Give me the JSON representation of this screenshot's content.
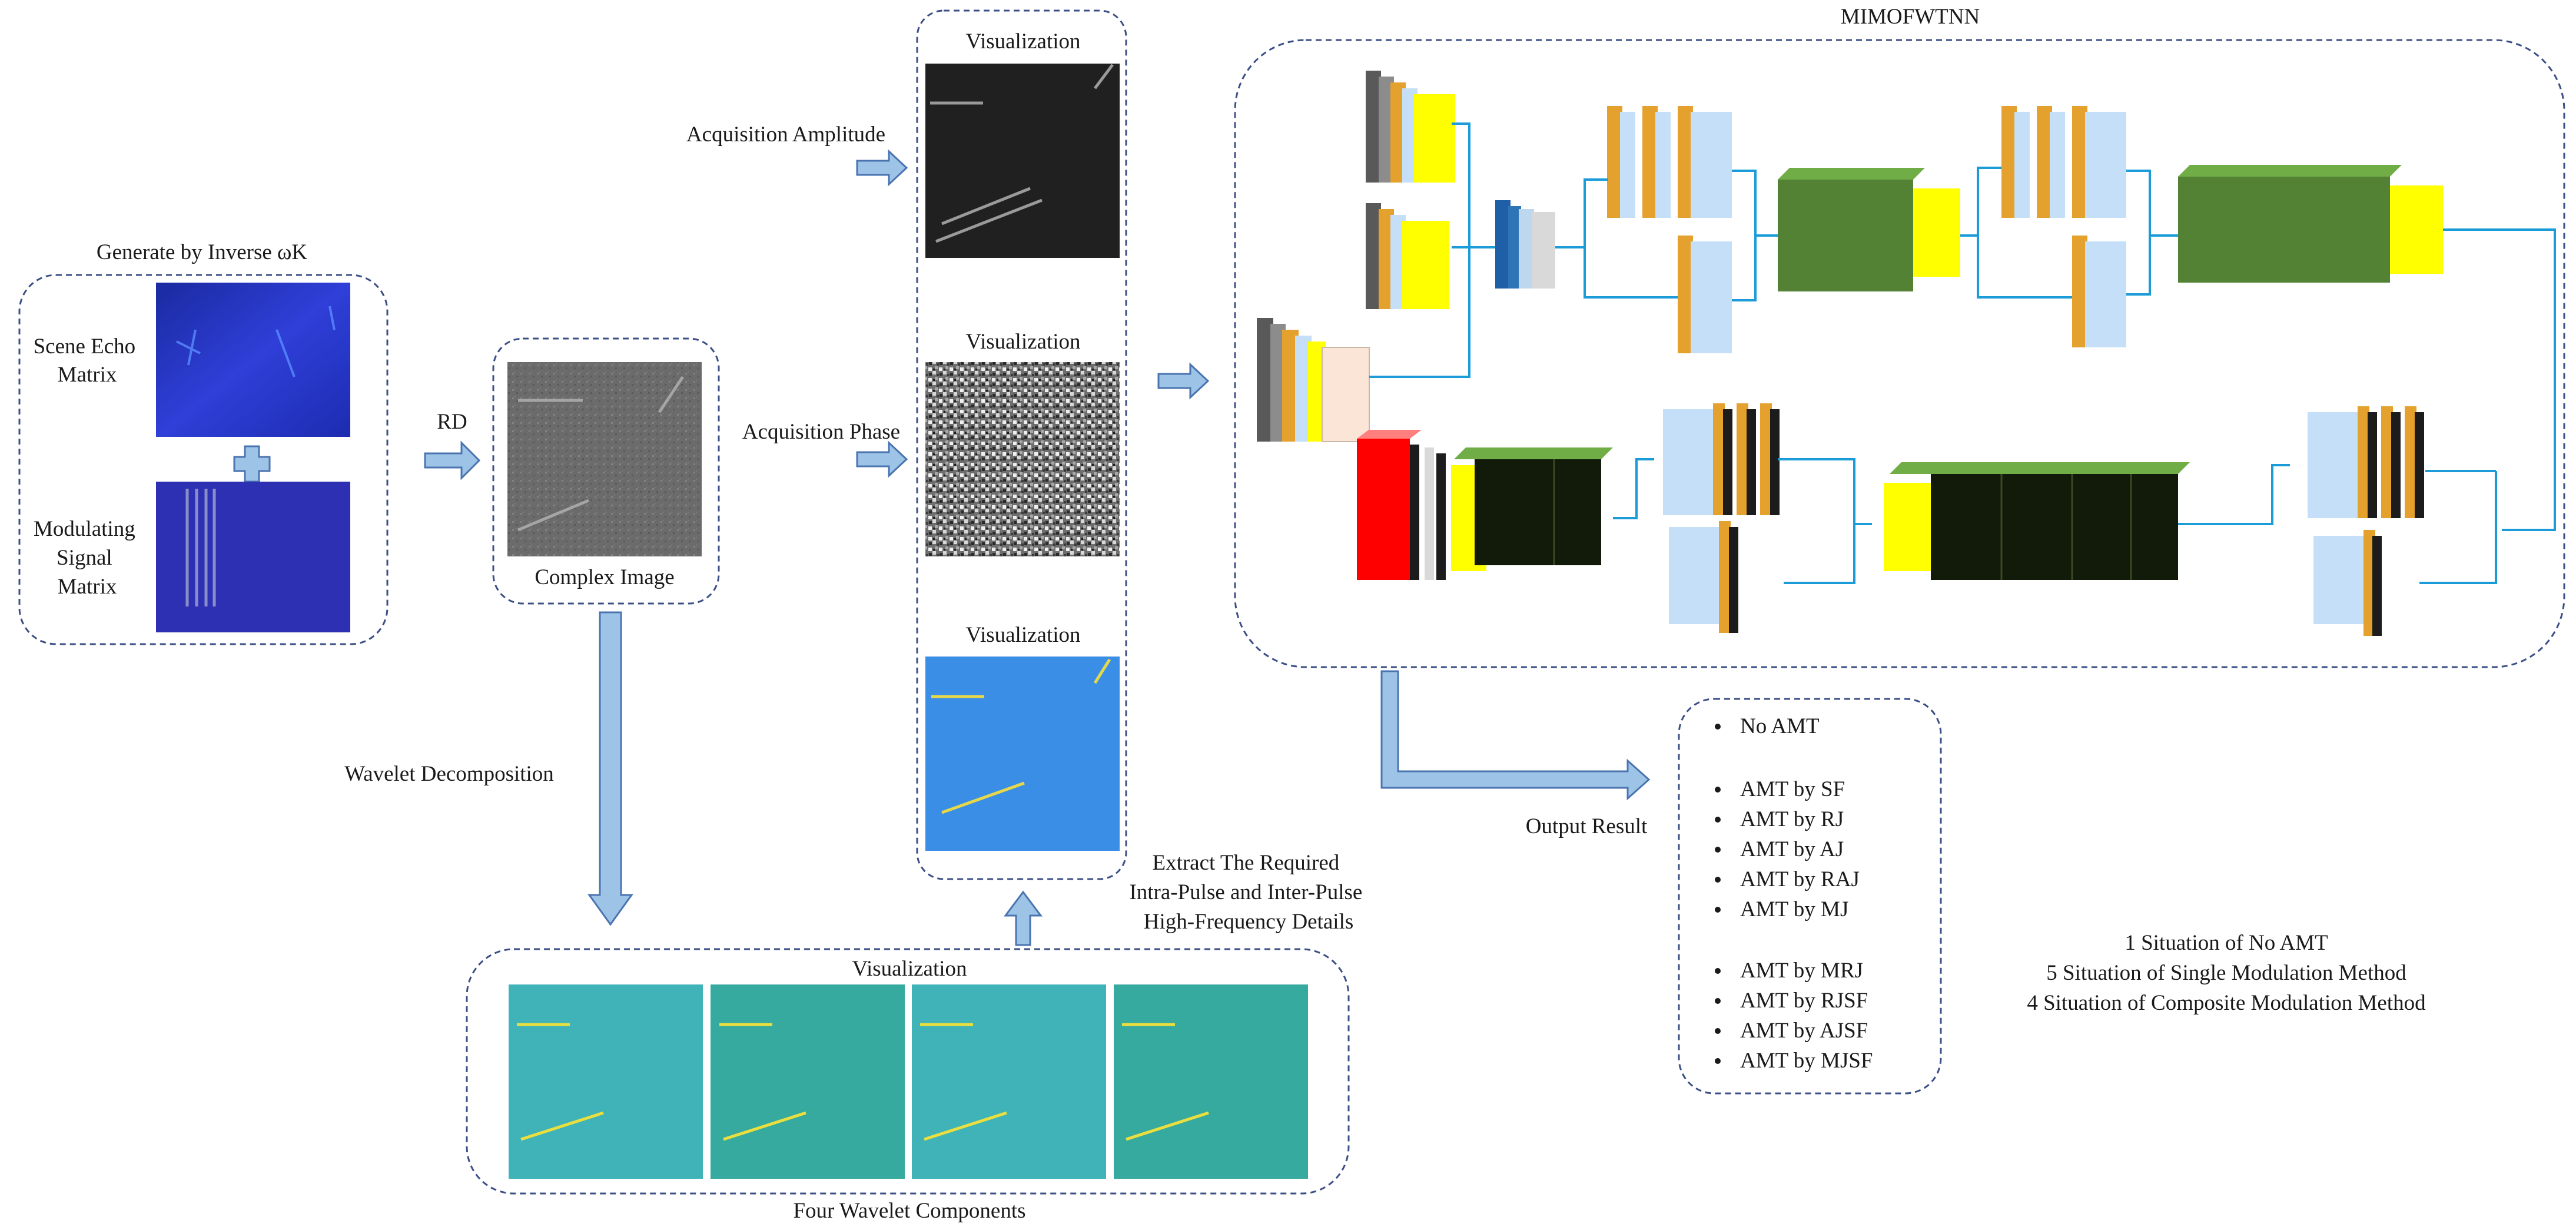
{
  "input": {
    "title": "Generate by Inverse ωK",
    "scene_label": [
      "Scene Echo",
      "Matrix"
    ],
    "modulating_label": [
      "Modulating",
      "Signal",
      "Matrix"
    ]
  },
  "rd_label": "RD",
  "complex_image_label": "Complex Image",
  "wavelet_decomposition_label": "Wavelet Decomposition",
  "acquisition_amplitude_label": "Acquisition Amplitude",
  "acquisition_phase_label": "Acquisition Phase",
  "visualization_label": "Visualization",
  "extract_label": [
    "Extract The Required",
    "Intra-Pulse and Inter-Pulse",
    "High-Frequency Details"
  ],
  "wavelet_panel": {
    "title": "Visualization",
    "caption": "Four Wavelet Components"
  },
  "network_title": "MIMOFWTNN",
  "output_label": "Output Result",
  "outputs": {
    "none": [
      "No AMT"
    ],
    "single": [
      "AMT  by SF",
      "AMT  by RJ",
      "AMT  by AJ",
      "AMT  by RAJ",
      "AMT  by MJ"
    ],
    "composite": [
      "AMT  by MRJ",
      "AMT  by RJSF",
      "AMT  by AJSF",
      "AMT  by MJSF"
    ]
  },
  "summary": [
    "1 Situation of No AMT",
    "5 Situation of Single Modulation Method",
    "4 Situation of Composite Modulation Method"
  ],
  "colors": {
    "dash_border": "#3c4f86",
    "arrow_fill": "#9dc3e6",
    "arrow_stroke": "#4a74b0",
    "connector": "#1b9cd8",
    "green_front": "#548235",
    "green_top": "#70ad47",
    "yellow": "#ffff00",
    "orange": "#e4a12d",
    "light_blue": "#c5dff8",
    "black_plate": "#1c1c1c",
    "red": "#ff0000"
  }
}
